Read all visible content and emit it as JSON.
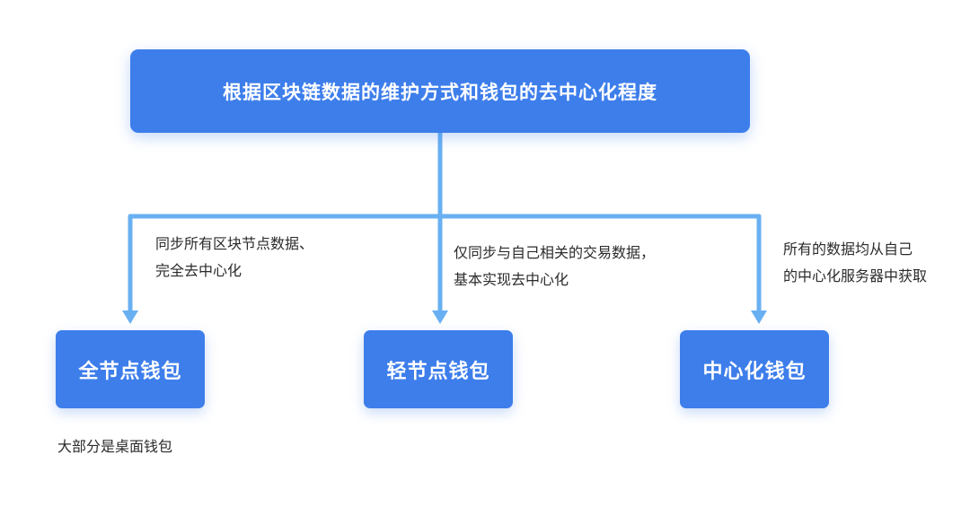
{
  "colors": {
    "box_blue": "#3D7EEB",
    "arrow_blue": "#69B0F2",
    "text_white": "#FFFFFF",
    "annotation_text": "#2B2B2B",
    "background": "#FFFFFF"
  },
  "root": {
    "title": "根据区块链数据的维护方式和钱包的去中心化程度"
  },
  "branches": [
    {
      "annotation_line1": "同步所有区块节点数据、",
      "annotation_line2": "完全去中心化",
      "label": "全节点钱包",
      "note": "大部分是桌面钱包"
    },
    {
      "annotation_line1": "仅同步与自己相关的交易数据，",
      "annotation_line2": "基本实现去中心化",
      "label": "轻节点钱包"
    },
    {
      "annotation_line1": "所有的数据均从自己",
      "annotation_line2": "的中心化服务器中获取",
      "label": "中心化钱包"
    }
  ]
}
